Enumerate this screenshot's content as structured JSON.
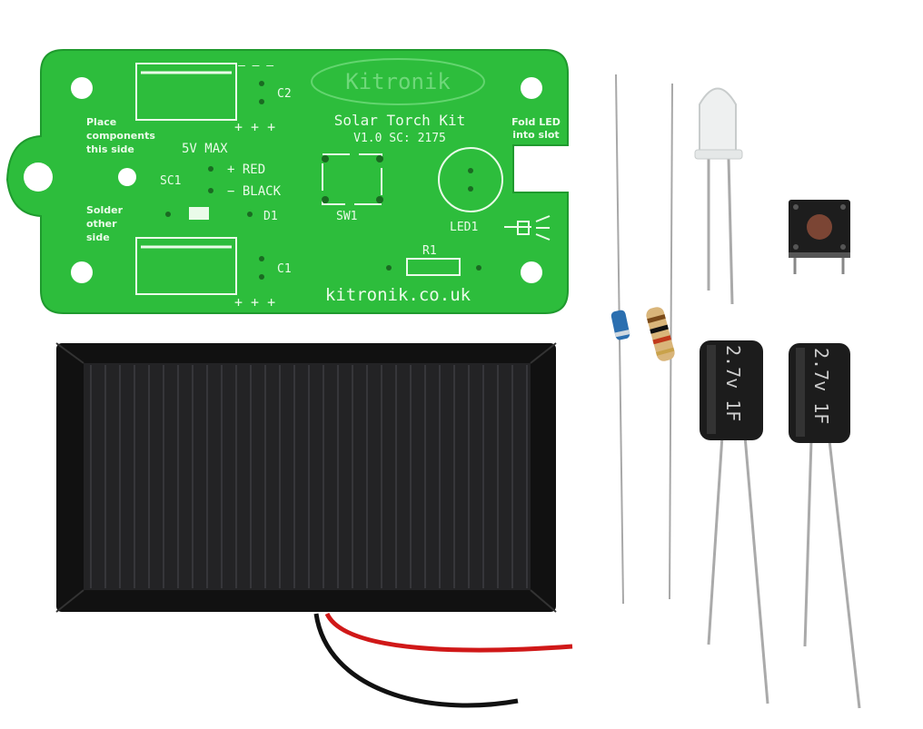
{
  "pcb": {
    "logo": "Kitronik",
    "title": "Solar Torch Kit",
    "version": "V1.0 SC: 2175",
    "fold_led": [
      "Fold LED",
      "into slot"
    ],
    "place_components": [
      "Place",
      "components",
      "this side"
    ],
    "solder_side": [
      "Solder",
      "other",
      "side"
    ],
    "max_voltage": "5V MAX",
    "sc1": "SC1",
    "red": "+ RED",
    "black": "− BLACK",
    "d1": "D1",
    "sw1": "SW1",
    "led1": "LED1",
    "r1": "R1",
    "c1": "C1",
    "c2": "C2",
    "plus_row": "+ + +",
    "minus_row": "— — —",
    "website": "kitronik.co.uk"
  },
  "capacitor_marking": "2.7v 1F",
  "colors": {
    "pcb": "#2dbd3c",
    "panel": "#1b1b1c",
    "wire_red": "#d01818",
    "wire_black": "#111111"
  }
}
